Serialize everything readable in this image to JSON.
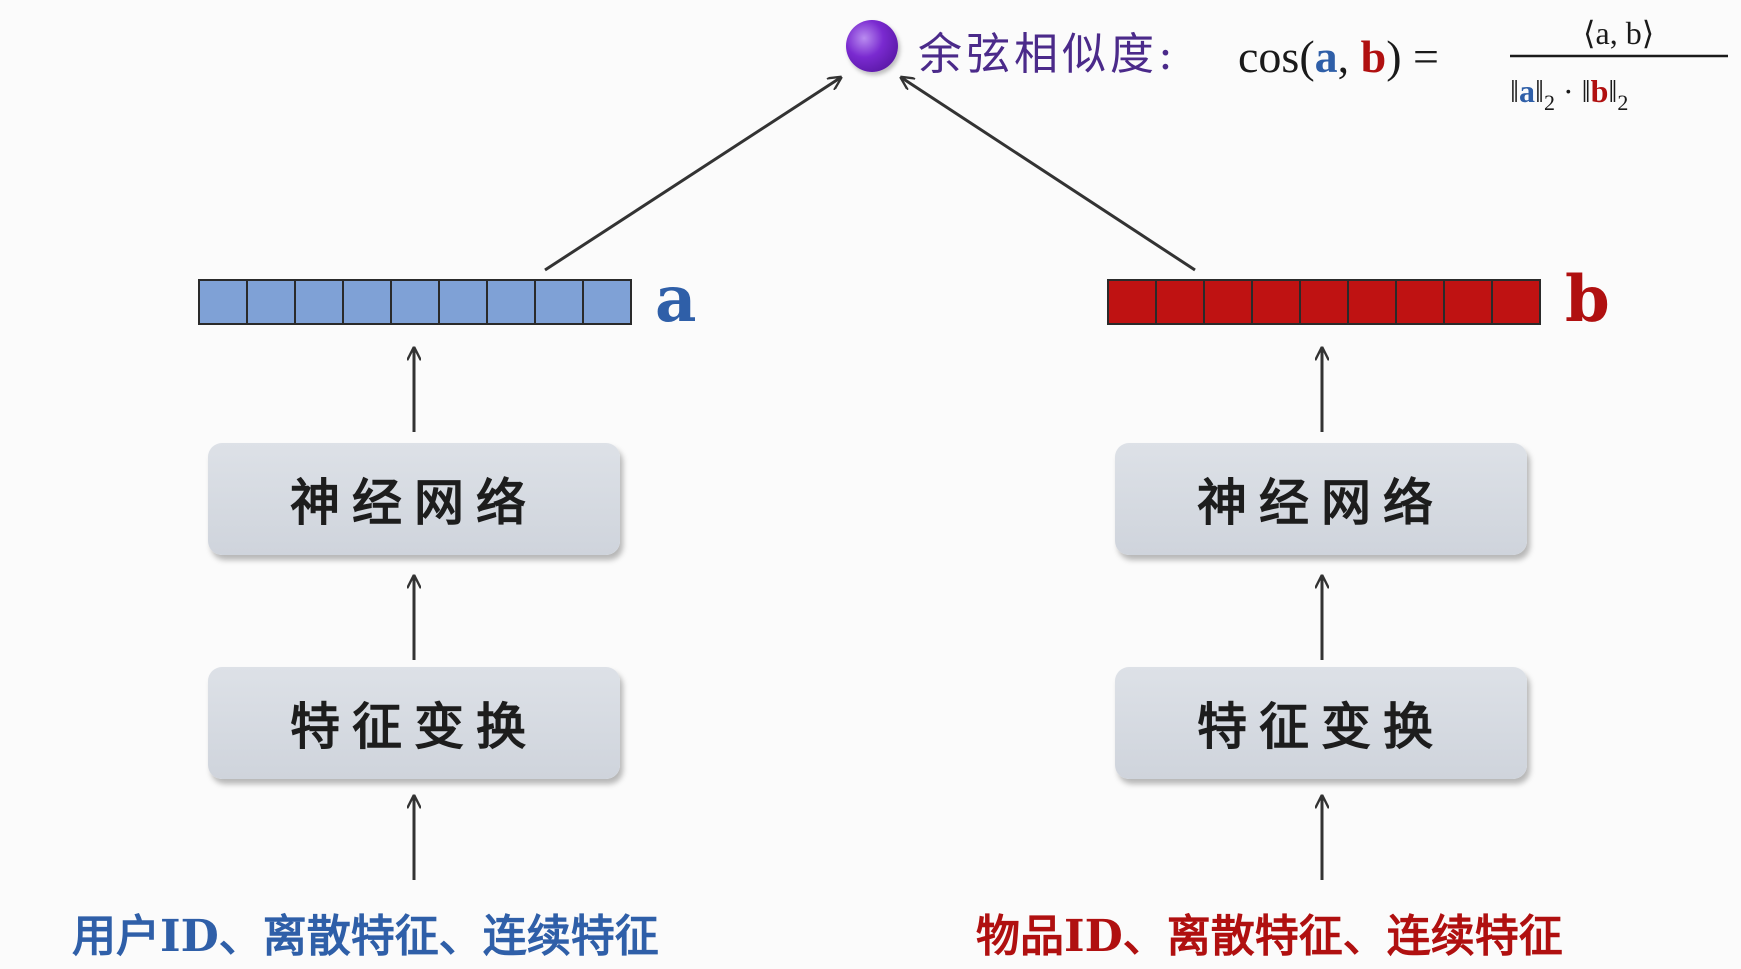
{
  "similarity": {
    "label": "余弦相似度:",
    "formula": {
      "lhs": "cos(",
      "a": "a",
      "comma": ", ",
      "b": "b",
      "rhs": ") =",
      "numerator": "⟨a, b⟩",
      "den_a": "a",
      "den_b": "b",
      "subscript": "2",
      "dot": "·"
    }
  },
  "left_tower": {
    "vector_label": "a",
    "nn_label": "神经网络",
    "transform_label": "特征变换",
    "input_label": "用户ID、离散特征、连续特征"
  },
  "right_tower": {
    "vector_label": "b",
    "nn_label": "神经网络",
    "transform_label": "特征变换",
    "input_label": "物品ID、离散特征、连续特征"
  },
  "colors": {
    "user": "#2f5fa8",
    "item": "#b01010",
    "vector_a_fill": "#7fa1d6",
    "vector_b_fill": "#bf1212",
    "similarity": "#4b2a8a"
  }
}
